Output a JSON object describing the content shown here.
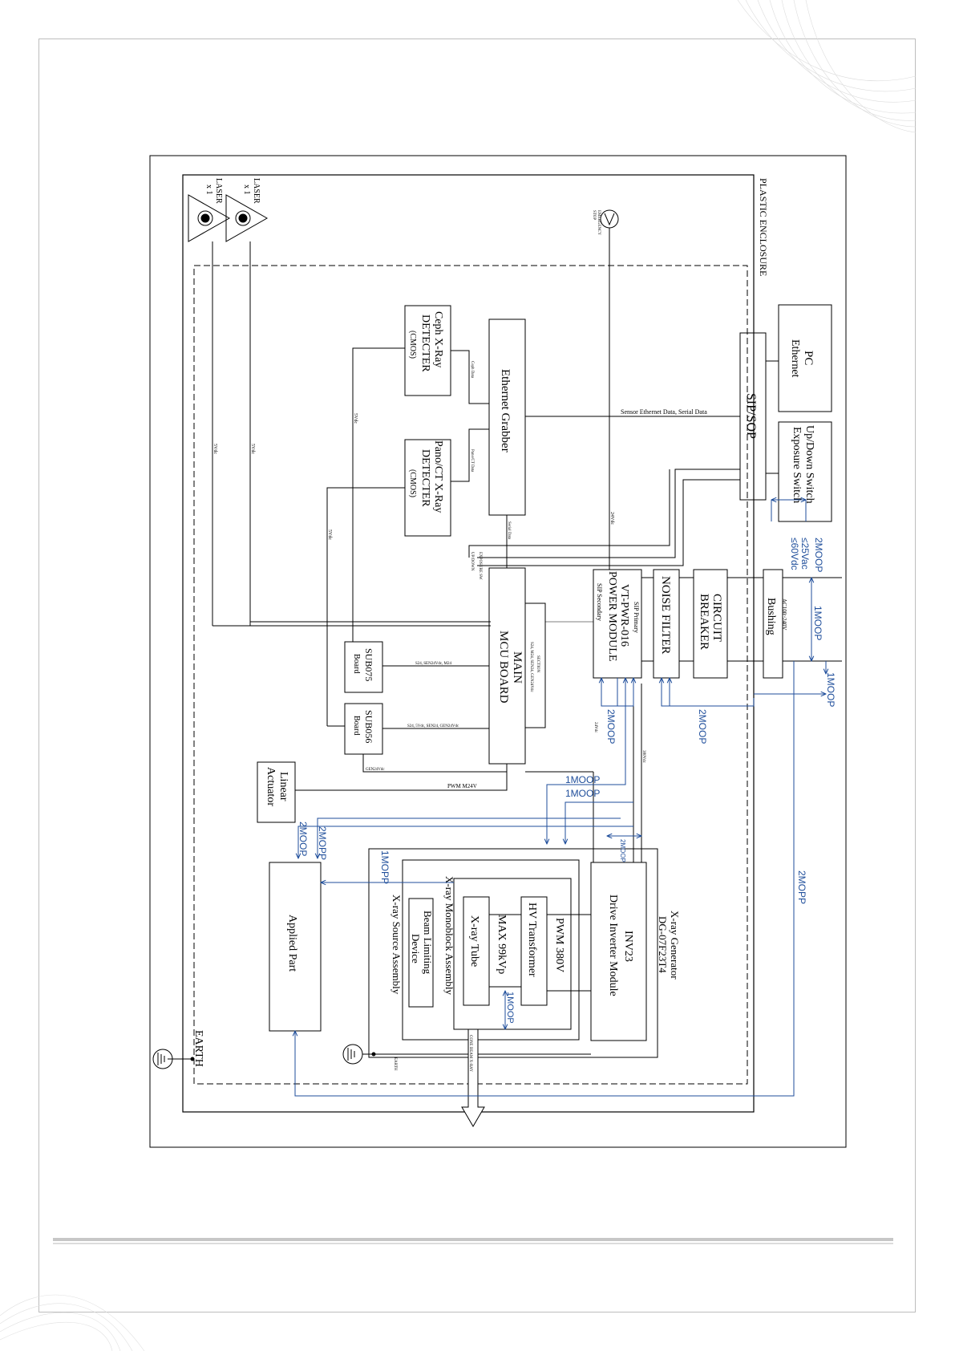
{
  "enclosure": {
    "title": "PLASTIC ENCLOSURE",
    "earth": "EARTH"
  },
  "external": {
    "pc": [
      "PC",
      "Ethernet"
    ],
    "switch": [
      "Up/Down Switch",
      "Exposure Switch"
    ],
    "sip": "SIP/SOP",
    "bushing": "Bushing",
    "ac": "AC100~240V"
  },
  "blocks": {
    "ceph": [
      "Ceph X-Ray",
      "DETECTER",
      "(CMOS)"
    ],
    "pano": [
      "Pano/CT X-Ray",
      "DETECTER",
      "(CMOS)"
    ],
    "grabber": "Ethernet Grabber",
    "mcu": [
      "MAIN",
      "MCU BOARD"
    ],
    "power": [
      "VT-PWR-016",
      "POWER MODULE"
    ],
    "sip_primary": "SIP Primary",
    "sip_secondary": "SIP Secondary",
    "noise": "NOISE FILTER",
    "breaker": [
      "CIRCUIT",
      "BREAKER"
    ],
    "sub075": [
      "SUB075",
      "Board"
    ],
    "sub056": [
      "SUB056",
      "Board"
    ],
    "actuator": [
      "Linear",
      "Actuator"
    ],
    "applied": "Applied Part",
    "generator": [
      "X-ray Generator",
      "DG-07F23T4"
    ],
    "inverter": [
      "INV23",
      "Drive Inverter Module"
    ],
    "pwm": "PWM 380V",
    "hv": "HV Transformer",
    "max": "MAX 99kVp",
    "tube": "X-ray Tube",
    "beam": [
      "Beam Limiting",
      "Device"
    ],
    "monoblock": "X-ray Monoblock Assembly",
    "source": "X-ray Source Assembly",
    "laser1": [
      "LASER",
      "x 1"
    ],
    "laser2": [
      "LASER",
      "x 1"
    ],
    "emergency": [
      "EMERGENCY",
      "STOP"
    ]
  },
  "signals": {
    "sensor_eth": "Sensor Ethernet Data, Serial Data",
    "ceph_data": "Ceph Data",
    "pano_data": "Pano/CT Data",
    "serial": "Serial Data",
    "exposure": "EXPOSURE SW",
    "updown": "UP/DOWN",
    "v12_a": "5Vdc",
    "v12_b": "5Vdc",
    "v12_c": "5Vdc",
    "v12_d": "5Vdc",
    "v24_a": "24Vdc",
    "v24_b": "24Vdc",
    "sub075_sig": "S24, SEN24Vdc, M24",
    "sub056_sig": "S24, 5Vdc, SEN24, GEN24Vdc",
    "mcu_sig": [
      "SECTION",
      "S24, M24, SEN24, GEN24Vdc"
    ],
    "gen24": "GEN24Vdc",
    "pwm_m24": "PWM M24V",
    "v380": "380Vdc",
    "cone_beam": "CONE BEAM X-RAY",
    "earth_small": "EARTH"
  },
  "isolation": {
    "moop2_sw": "2MOOP",
    "v25": "≤25Vac",
    "v60": "≤60Vdc",
    "moop1_ac": "1MOOP",
    "moop1_ac2": "1MOOP",
    "moop2_pwr": "2MOOP",
    "moop2_nf": "2MOOP",
    "moop1_a": "1MOOP",
    "moop1_b": "1MOOP",
    "mopp2_a": "2MOPP",
    "moop2_app": "2MOOP",
    "mopp1": "1MOPP",
    "moop2_gen": "2MOOP",
    "mopp2_long": "2MOPP",
    "moop1_tube": "1MOOP"
  }
}
